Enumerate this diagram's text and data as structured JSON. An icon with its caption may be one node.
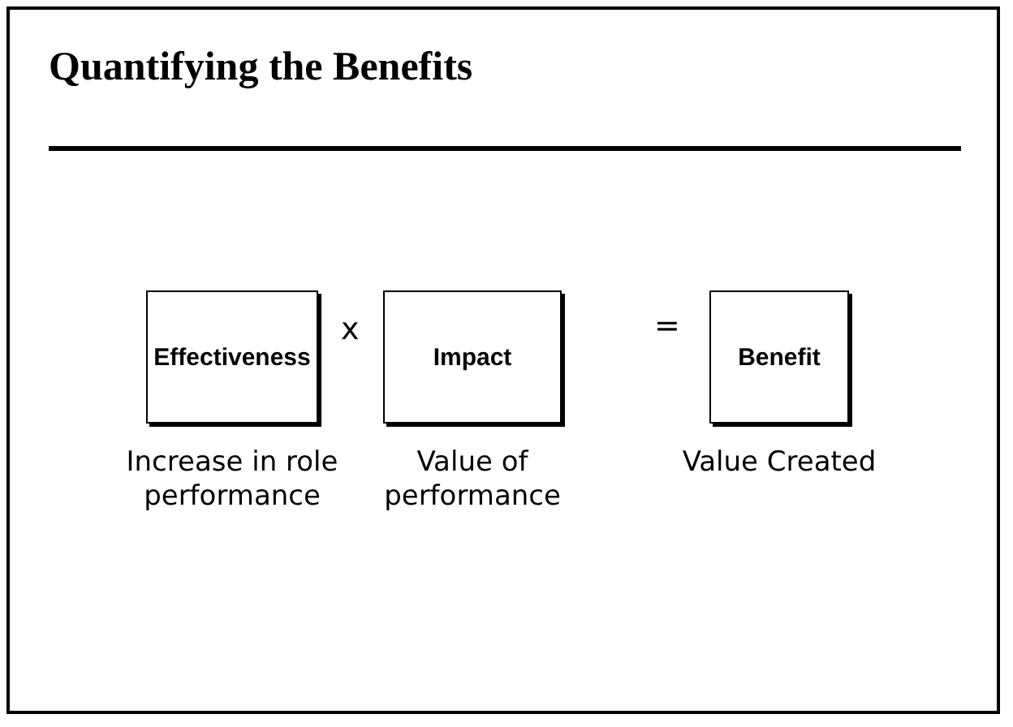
{
  "diagram": {
    "title": "Quantifying the Benefits",
    "nodes": [
      {
        "text": [
          "Effectiveness"
        ],
        "beside": [
          "Increase in role performance"
        ]
      },
      {
        "text": [
          "Impact"
        ],
        "beside": [
          "Value of performance"
        ]
      },
      {
        "text": [
          "Benefit"
        ],
        "beside": [
          "Value Created"
        ]
      }
    ],
    "labels": [
      "x",
      "="
    ]
  }
}
